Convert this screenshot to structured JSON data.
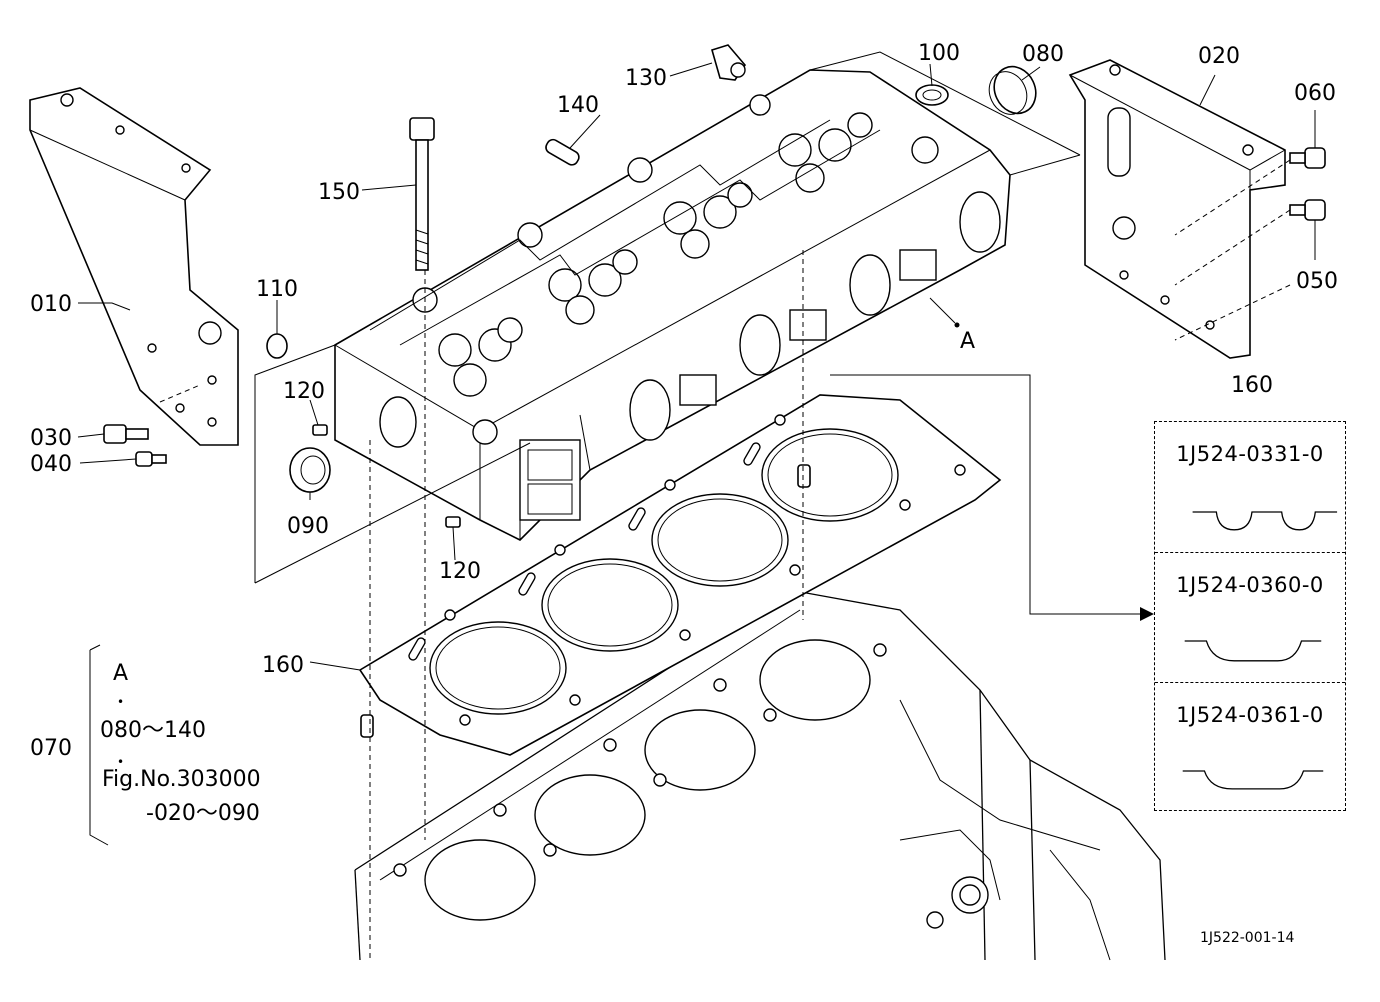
{
  "callouts": {
    "c010": "010",
    "c020": "020",
    "c030": "030",
    "c040": "040",
    "c050": "050",
    "c060": "060",
    "c080": "080",
    "c090": "090",
    "c100": "100",
    "c110": "110",
    "c120a": "120",
    "c120b": "120",
    "c130": "130",
    "c140": "140",
    "c150": "150",
    "c160a": "160",
    "c160b": "160",
    "pointA": "A"
  },
  "variants": {
    "title": "160",
    "items": [
      {
        "code": "1J524-0331-0"
      },
      {
        "code": "1J524-0360-0"
      },
      {
        "code": "1J524-0361-0"
      }
    ]
  },
  "kit_note": {
    "number": "070",
    "line1": "A",
    "dot1": "•",
    "line2": "080～140",
    "dot2": "•",
    "line3": "Fig.No.303000",
    "line4": "-020～090"
  },
  "drawing_id": "1J522-001-14"
}
